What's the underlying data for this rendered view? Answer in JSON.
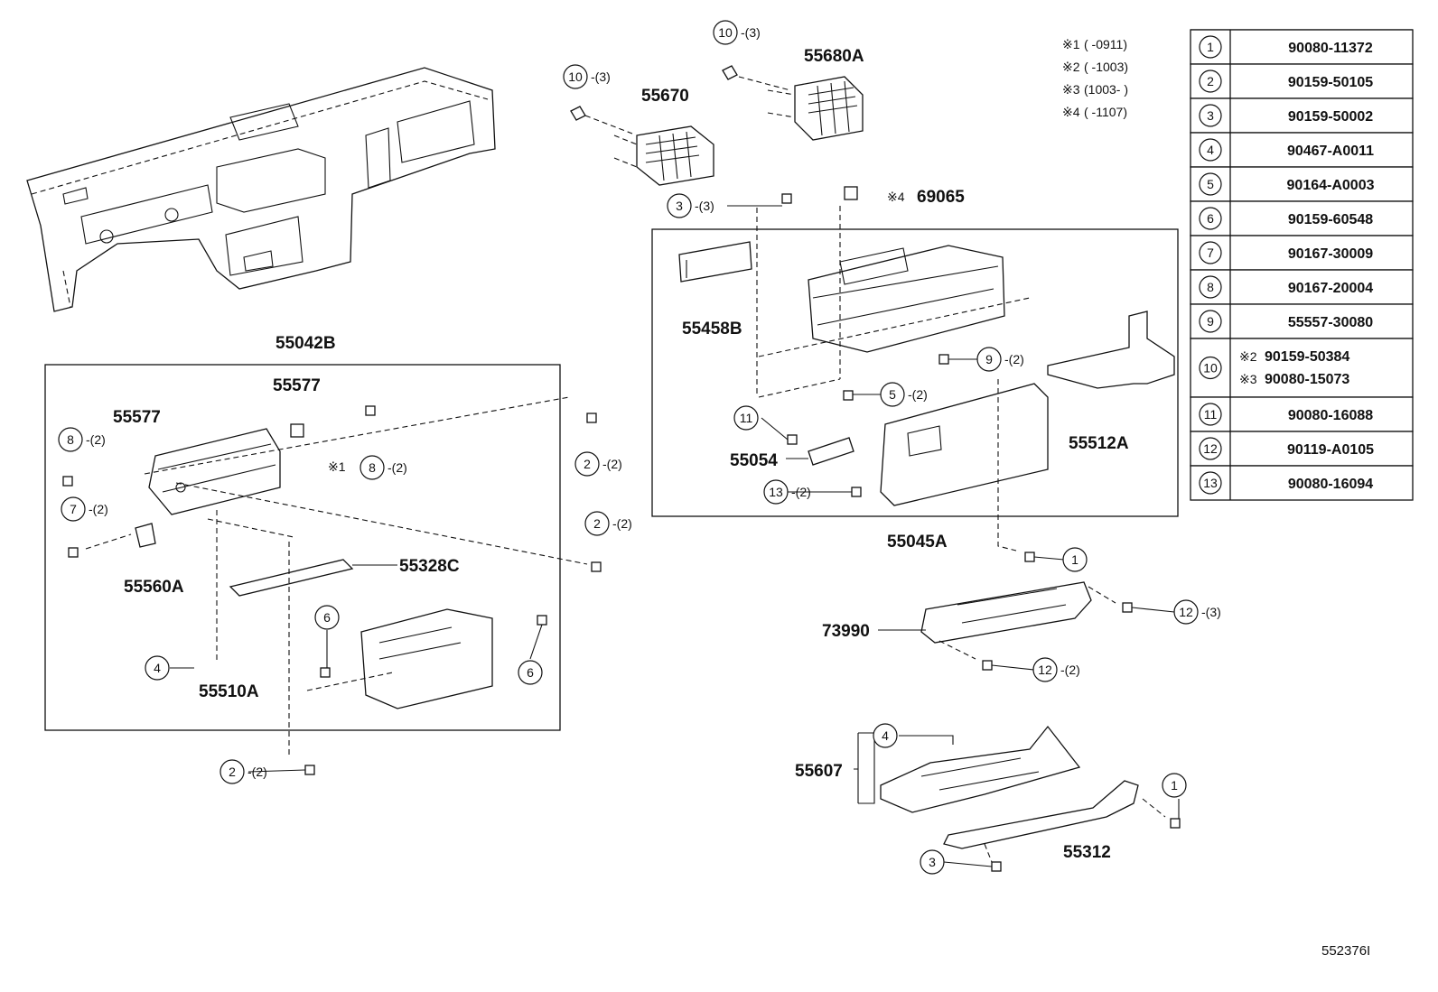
{
  "labels": {
    "l55680A": "55680A",
    "l55670": "55670",
    "l69065": "69065",
    "l55458B": "55458B",
    "l55054": "55054",
    "l55512A": "55512A",
    "l55045A": "55045A",
    "l73990": "73990",
    "l55607": "55607",
    "l55312": "55312",
    "l55042B": "55042B",
    "l55577a": "55577",
    "l55577b": "55577",
    "l55328C": "55328C",
    "l55560A": "55560A",
    "l55510A": "55510A",
    "diagram_id": "552376I"
  },
  "quantities": {
    "q2": "-(2)",
    "q3": "-(3)"
  },
  "callout_numbers": [
    "1",
    "2",
    "3",
    "4",
    "5",
    "6",
    "7",
    "8",
    "9",
    "10",
    "11",
    "12",
    "13"
  ],
  "notes": [
    {
      "mark": "※1",
      "text": "(      -0911)"
    },
    {
      "mark": "※2",
      "text": "(      -1003)"
    },
    {
      "mark": "※3",
      "text": "(1003-      )"
    },
    {
      "mark": "※4",
      "text": "(      -1107)"
    }
  ],
  "inline_marks": {
    "m1": "※1",
    "m4": "※4",
    "m2": "※2",
    "m3": "※3"
  },
  "parts_table": [
    {
      "ref": "1",
      "part": "90080-11372"
    },
    {
      "ref": "2",
      "part": "90159-50105"
    },
    {
      "ref": "3",
      "part": "90159-50002"
    },
    {
      "ref": "4",
      "part": "90467-A0011"
    },
    {
      "ref": "5",
      "part": "90164-A0003"
    },
    {
      "ref": "6",
      "part": "90159-60548"
    },
    {
      "ref": "7",
      "part": "90167-30009"
    },
    {
      "ref": "8",
      "part": "90167-20004"
    },
    {
      "ref": "9",
      "part": "55557-30080"
    },
    {
      "ref": "10",
      "part": "90159-50384",
      "part2": "90080-15073"
    },
    {
      "ref": "11",
      "part": "90080-16088"
    },
    {
      "ref": "12",
      "part": "90119-A0105"
    },
    {
      "ref": "13",
      "part": "90080-16094"
    }
  ]
}
